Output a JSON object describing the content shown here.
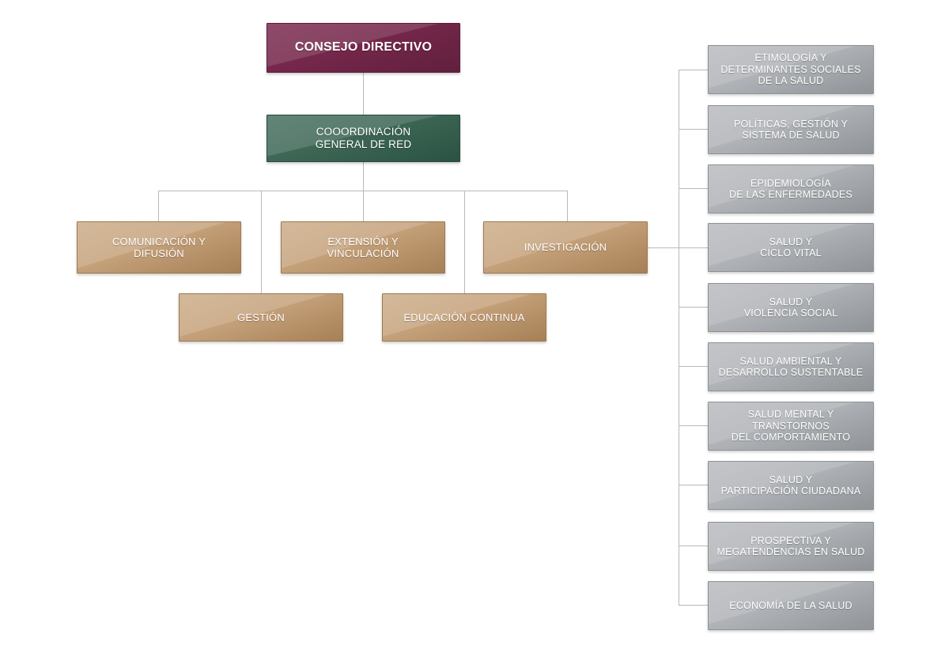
{
  "diagram": {
    "type": "organizational-chart",
    "title_text": "",
    "background_color": "#ffffff",
    "connector_color": "#b9b9b9"
  },
  "colors": {
    "root": "#74274a",
    "coordination": "#3d6655",
    "unit": "#c4a079",
    "topic": "#aeb1b5",
    "text": "#ffffff",
    "connector": "#b9b9b9"
  },
  "root": {
    "label": "CONSEJO DIRECTIVO"
  },
  "coordination": {
    "label": "COOORDINACIÓN\nGENERAL DE RED"
  },
  "units": [
    {
      "label": "COMUNICACIÓN Y\nDIFUSIÓN"
    },
    {
      "label": "EXTENSIÓN Y\nVINCULACIÓN"
    },
    {
      "label": "INVESTIGACIÓN"
    },
    {
      "label": "GESTIÓN"
    },
    {
      "label": "EDUCACIÓN CONTINUA"
    }
  ],
  "topics": [
    {
      "label": "ETIMOLOGÍA Y\nDETERMINANTES SOCIALES\nDE LA SALUD"
    },
    {
      "label": "POLÍTICAS, GESTIÓN Y\nSISTEMA DE SALUD"
    },
    {
      "label": "EPIDEMIOLOGÍA\nDE LAS ENFERMEDADES"
    },
    {
      "label": "SALUD Y\nCICLO VITAL"
    },
    {
      "label": "SALUD Y\nVIOLENCIA SOCIAL"
    },
    {
      "label": "SALUD AMBIENTAL Y\nDESARROLLO SUSTENTABLE"
    },
    {
      "label": "SALUD MENTAL Y\nTRANSTORNOS\nDEL COMPORTAMIENTO"
    },
    {
      "label": "SALUD Y\nPARTICIPACIÓN CIUDADANA"
    },
    {
      "label": "PROSPECTIVA Y\nMEGATENDENCIAS EN SALUD"
    },
    {
      "label": "ECONOMÍA DE LA SALUD"
    }
  ]
}
